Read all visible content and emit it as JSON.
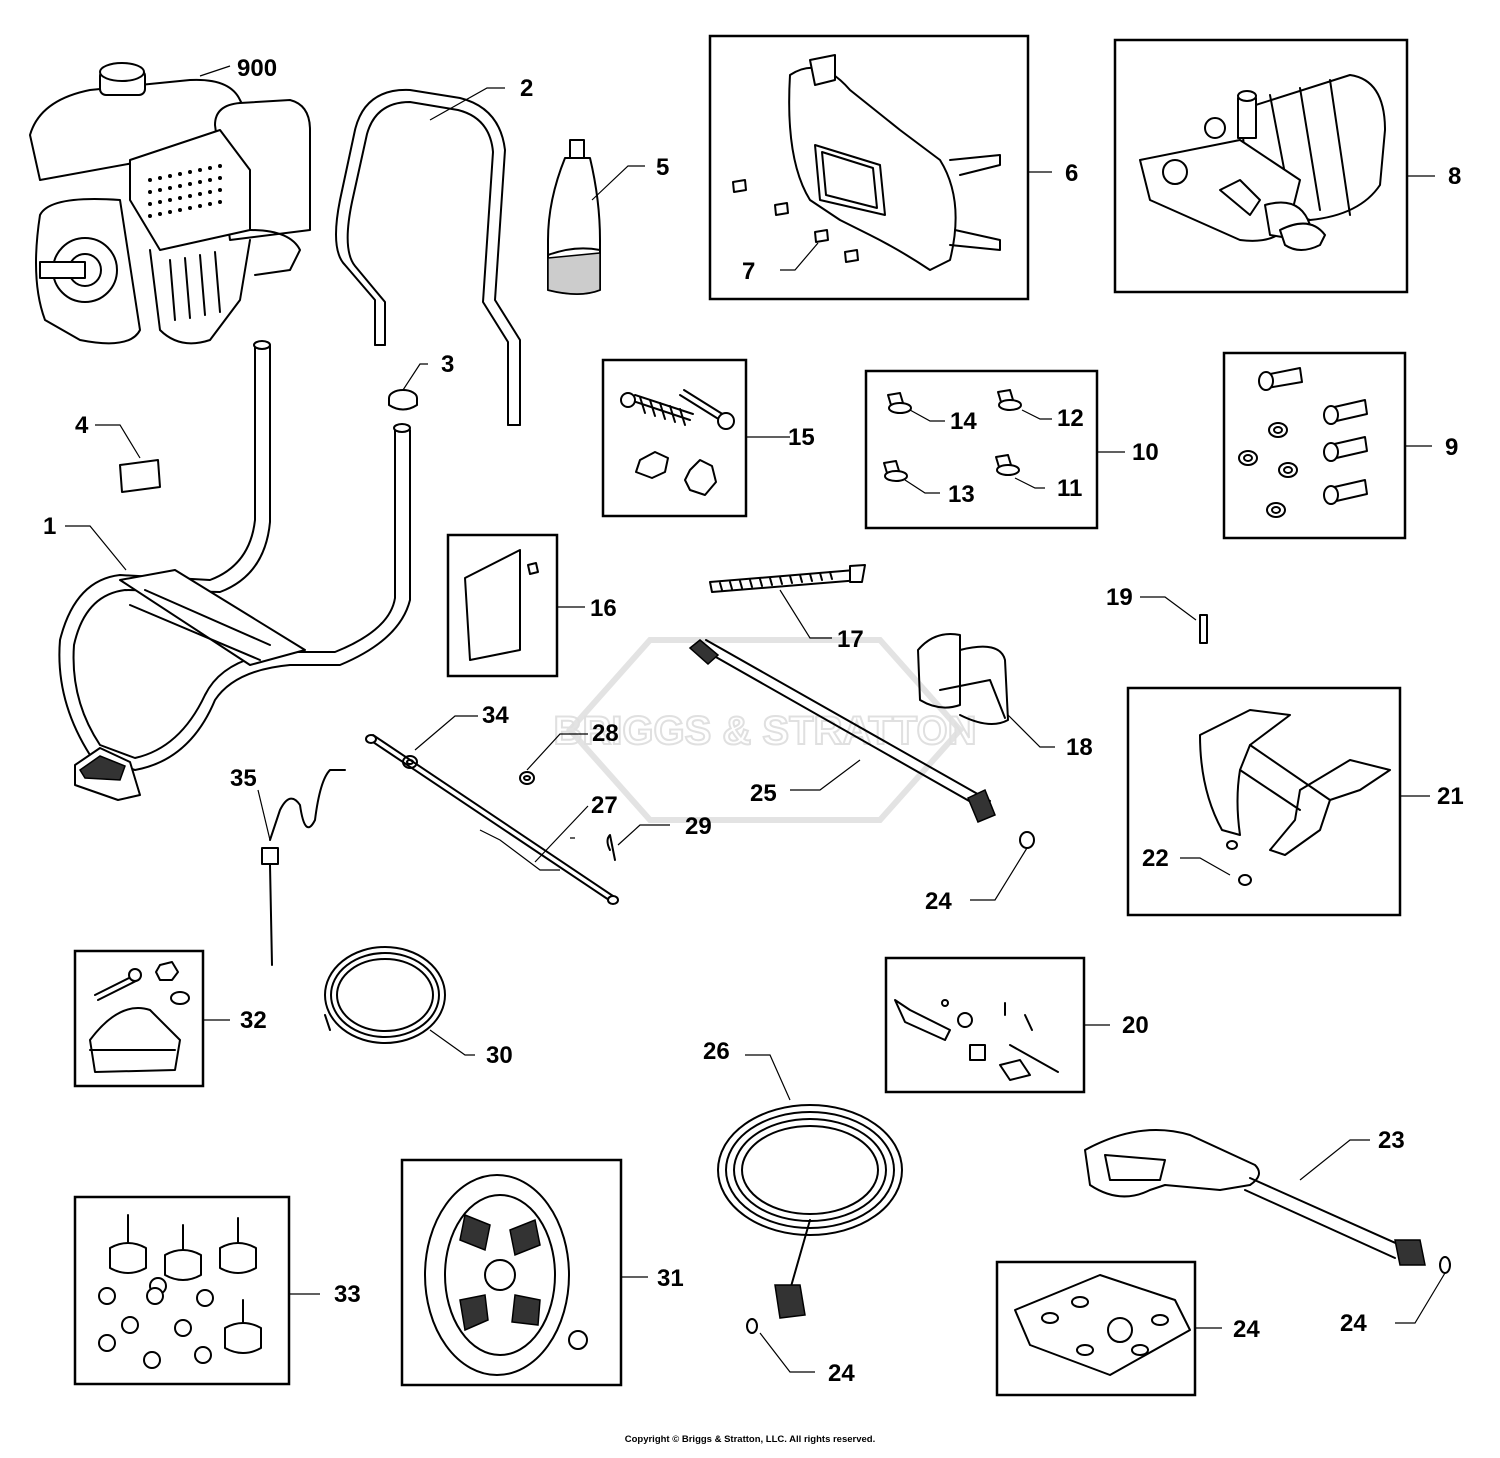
{
  "labels": {
    "p900": "900",
    "p1": "1",
    "p2": "2",
    "p3": "3",
    "p4": "4",
    "p5": "5",
    "p6": "6",
    "p7": "7",
    "p8": "8",
    "p9": "9",
    "p10": "10",
    "p11": "11",
    "p12": "12",
    "p13": "13",
    "p14": "14",
    "p15": "15",
    "p16": "16",
    "p17": "17",
    "p18": "18",
    "p19": "19",
    "p20": "20",
    "p21": "21",
    "p22": "22",
    "p23": "23",
    "p24a": "24",
    "p24b": "24",
    "p24c": "24",
    "p24d": "24",
    "p25": "25",
    "p26": "26",
    "p27": "27",
    "p28": "28",
    "p29": "29",
    "p30": "30",
    "p31": "31",
    "p32": "32",
    "p33": "33",
    "p34": "34",
    "p35": "35"
  },
  "watermark": "BRIGGS & STRATTON",
  "copyright": "Copyright © Briggs & Stratton, LLC. All rights reserved."
}
